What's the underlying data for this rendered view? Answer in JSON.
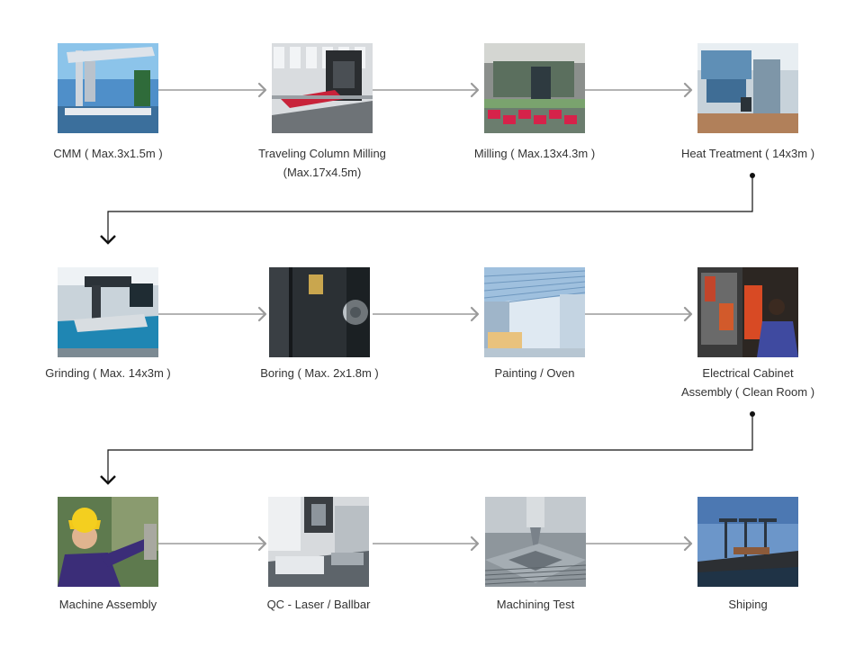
{
  "colors": {
    "connector": "#9a9a9a",
    "return_line": "#111111",
    "text": "#333333",
    "background": "#ffffff"
  },
  "steps": [
    {
      "lines": [
        "CMM ( Max.3x1.5m )"
      ],
      "icon": "cmm-photo"
    },
    {
      "lines": [
        "Traveling Column Milling",
        "(Max.17x4.5m)"
      ],
      "icon": "traveling-column-milling-photo"
    },
    {
      "lines": [
        "Milling ( Max.13x4.3m )"
      ],
      "icon": "milling-photo"
    },
    {
      "lines": [
        "Heat Treatment ( 14x3m )"
      ],
      "icon": "heat-treatment-photo"
    },
    {
      "lines": [
        "Grinding ( Max. 14x3m )"
      ],
      "icon": "grinding-photo"
    },
    {
      "lines": [
        "Boring ( Max. 2x1.8m )"
      ],
      "icon": "boring-photo"
    },
    {
      "lines": [
        "Painting / Oven"
      ],
      "icon": "painting-oven-photo"
    },
    {
      "lines": [
        "Electrical Cabinet",
        "Assembly ( Clean Room )"
      ],
      "icon": "electrical-cabinet-photo"
    },
    {
      "lines": [
        "Machine Assembly"
      ],
      "icon": "machine-assembly-photo"
    },
    {
      "lines": [
        "QC - Laser / Ballbar"
      ],
      "icon": "qc-laser-ballbar-photo"
    },
    {
      "lines": [
        "Machining Test"
      ],
      "icon": "machining-test-photo"
    },
    {
      "lines": [
        "Shiping"
      ],
      "icon": "shipping-photo"
    }
  ]
}
